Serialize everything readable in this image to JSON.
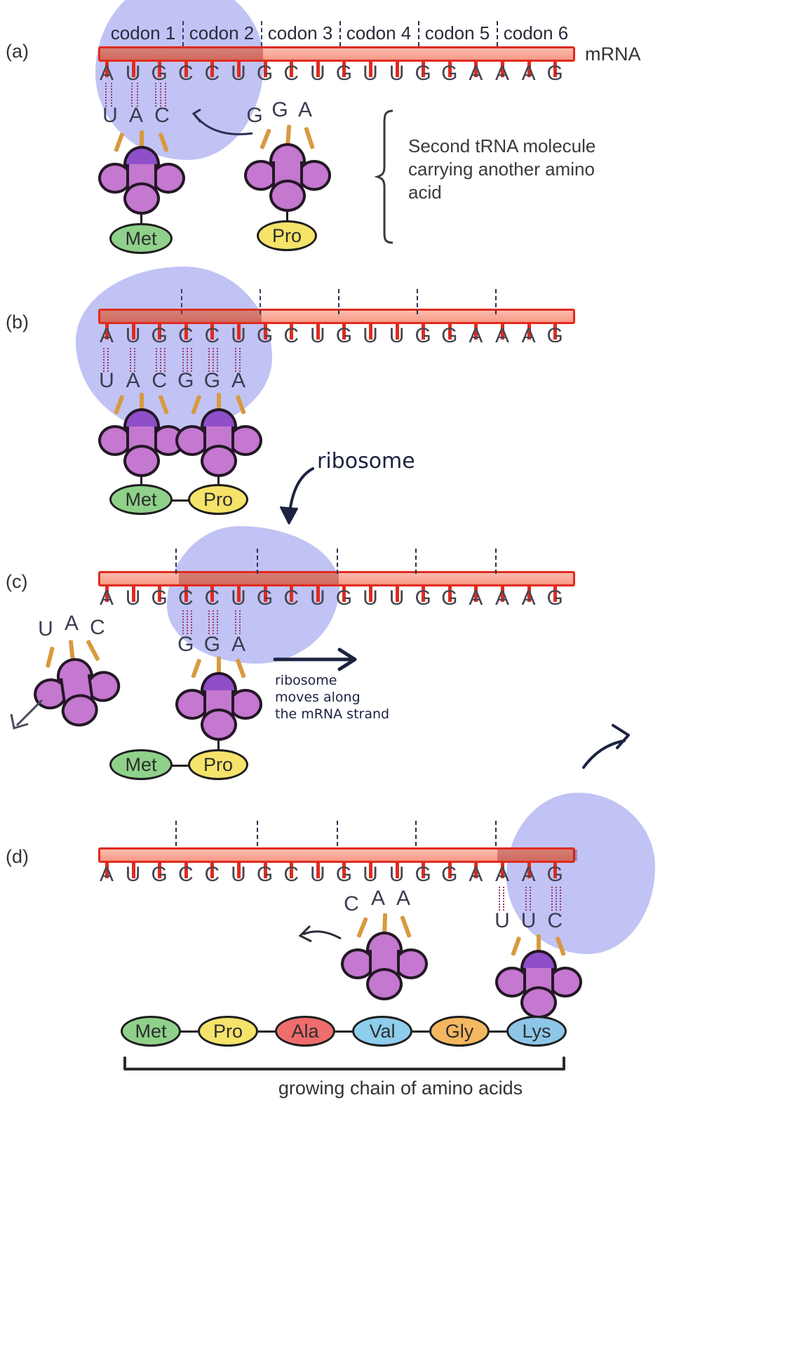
{
  "diagram": {
    "title": "Translation: ribosome reading mRNA codons with tRNA",
    "mrna_label": "mRNA",
    "codon_labels": [
      "codon 1",
      "codon 2",
      "codon 3",
      "codon 4",
      "codon 5",
      "codon 6"
    ],
    "mrna_sequence": [
      "A",
      "U",
      "G",
      "C",
      "C",
      "U",
      "G",
      "C",
      "U",
      "G",
      "U",
      "U",
      "G",
      "G",
      "A",
      "A",
      "A",
      "G"
    ],
    "bottom_caption": "growing chain of amino acids"
  },
  "colors": {
    "ribosome": "#b0b2f2",
    "mrna_fill": "#f79a85",
    "mrna_border": "#e02b20",
    "trna_body": "#c478cf",
    "trna_anticodon": "#8f4fc9",
    "acceptor_arm": "#d79a3e",
    "met": "#8fd18a",
    "pro": "#f5e36a",
    "ala": "#ef6d6d",
    "val": "#8ecdec",
    "gly": "#f4b860",
    "lys": "#8ec6e8"
  },
  "panels": [
    {
      "id": "a",
      "label": "(a)",
      "mrna_sequence": [
        "A",
        "U",
        "G",
        "C",
        "C",
        "U",
        "G",
        "C",
        "U",
        "G",
        "U",
        "U",
        "G",
        "G",
        "A",
        "A",
        "A",
        "G"
      ],
      "trnas": [
        {
          "anticodon": [
            "U",
            "A",
            "C"
          ],
          "amino_acid": "Met",
          "amino_acid_color": "#8fd18a",
          "bound": true
        },
        {
          "anticodon": [
            "G",
            "G",
            "A"
          ],
          "amino_acid": "Pro",
          "amino_acid_color": "#f5e36a",
          "bound": false
        }
      ],
      "bracket_note": "Second tRNA molecule carrying another amino acid"
    },
    {
      "id": "b",
      "label": "(b)",
      "mrna_sequence": [
        "A",
        "U",
        "G",
        "C",
        "C",
        "U",
        "G",
        "C",
        "U",
        "G",
        "U",
        "U",
        "G",
        "G",
        "A",
        "A",
        "A",
        "G"
      ],
      "trnas": [
        {
          "anticodon": [
            "U",
            "A",
            "C"
          ],
          "amino_acid": "Met",
          "amino_acid_color": "#8fd18a",
          "bound": true
        },
        {
          "anticodon": [
            "G",
            "G",
            "A"
          ],
          "amino_acid": "Pro",
          "amino_acid_color": "#f5e36a",
          "bound": true
        }
      ],
      "annotation": "ribosome"
    },
    {
      "id": "c",
      "label": "(c)",
      "mrna_sequence": [
        "A",
        "U",
        "G",
        "C",
        "C",
        "U",
        "G",
        "C",
        "U",
        "G",
        "U",
        "U",
        "G",
        "G",
        "A",
        "A",
        "A",
        "G"
      ],
      "trnas": [
        {
          "anticodon": [
            "U",
            "A",
            "C"
          ],
          "amino_acid": null,
          "amino_acid_color": null,
          "bound": false,
          "detached": true
        },
        {
          "anticodon": [
            "G",
            "G",
            "A"
          ],
          "amino_acid": "Pro",
          "amino_acid_color": "#f5e36a",
          "bound": true
        }
      ],
      "chain": [
        "Met",
        "Pro"
      ],
      "annotation": "ribosome\nmoves along\nthe mRNA strand"
    },
    {
      "id": "d",
      "label": "(d)",
      "mrna_sequence": [
        "A",
        "U",
        "G",
        "C",
        "C",
        "U",
        "G",
        "C",
        "U",
        "G",
        "U",
        "U",
        "G",
        "G",
        "A",
        "A",
        "A",
        "G"
      ],
      "trnas": [
        {
          "anticodon": [
            "C",
            "A",
            "A"
          ],
          "amino_acid": null,
          "amino_acid_color": null,
          "bound": false,
          "detached": true
        },
        {
          "anticodon": [
            "U",
            "U",
            "C"
          ],
          "amino_acid": "Lys",
          "amino_acid_color": "#8ec6e8",
          "bound": true
        }
      ],
      "chain": [
        {
          "name": "Met",
          "color": "#8fd18a"
        },
        {
          "name": "Pro",
          "color": "#f5e36a"
        },
        {
          "name": "Ala",
          "color": "#ef6d6d"
        },
        {
          "name": "Val",
          "color": "#8ecdec"
        },
        {
          "name": "Gly",
          "color": "#f4b860"
        },
        {
          "name": "Lys",
          "color": "#8ec6e8"
        }
      ],
      "caption": "growing chain of amino acids"
    }
  ]
}
